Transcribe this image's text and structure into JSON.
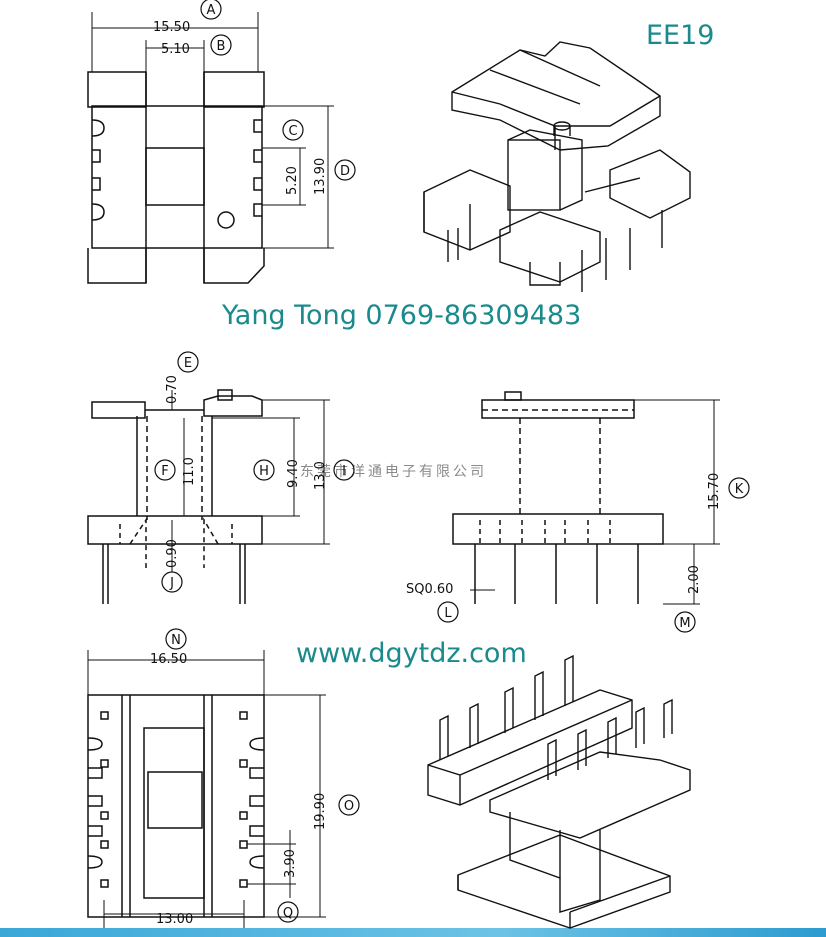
{
  "title": "EE19",
  "contact": "Yang Tong 0769-86309483",
  "website": "www.dgytdz.com",
  "company": "东莞市洋通电子有限公司",
  "colors": {
    "accent_text": "#1a8a8c",
    "line": "#111111",
    "bar": "#3aa7d8"
  },
  "dimensions": {
    "A": "15.50",
    "B": "5.10",
    "C": "5.20",
    "D": "13.90",
    "E": "0.70",
    "F": "11.0",
    "H": "9.40",
    "I": "13.0",
    "K": "15.70",
    "J": "0.90",
    "L": "SQ0.60",
    "M": "2.00",
    "N": "16.50",
    "O": "19.90",
    "Q": "3.90",
    "bottom": "13.00"
  },
  "labels": {
    "A": "A",
    "B": "B",
    "C": "C",
    "D": "D",
    "E": "E",
    "F": "F",
    "H": "H",
    "I": "I",
    "J": "J",
    "K": "K",
    "L": "L",
    "M": "M",
    "N": "N",
    "O": "O",
    "Q": "Q"
  }
}
